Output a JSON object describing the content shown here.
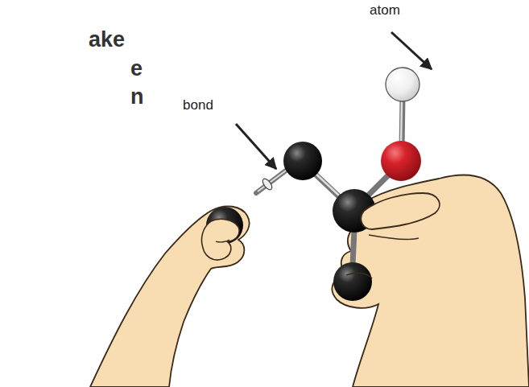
{
  "diagram": {
    "labels": [
      "ake",
      "e",
      "n",
      "bond",
      "atom"
    ]
  }
}
